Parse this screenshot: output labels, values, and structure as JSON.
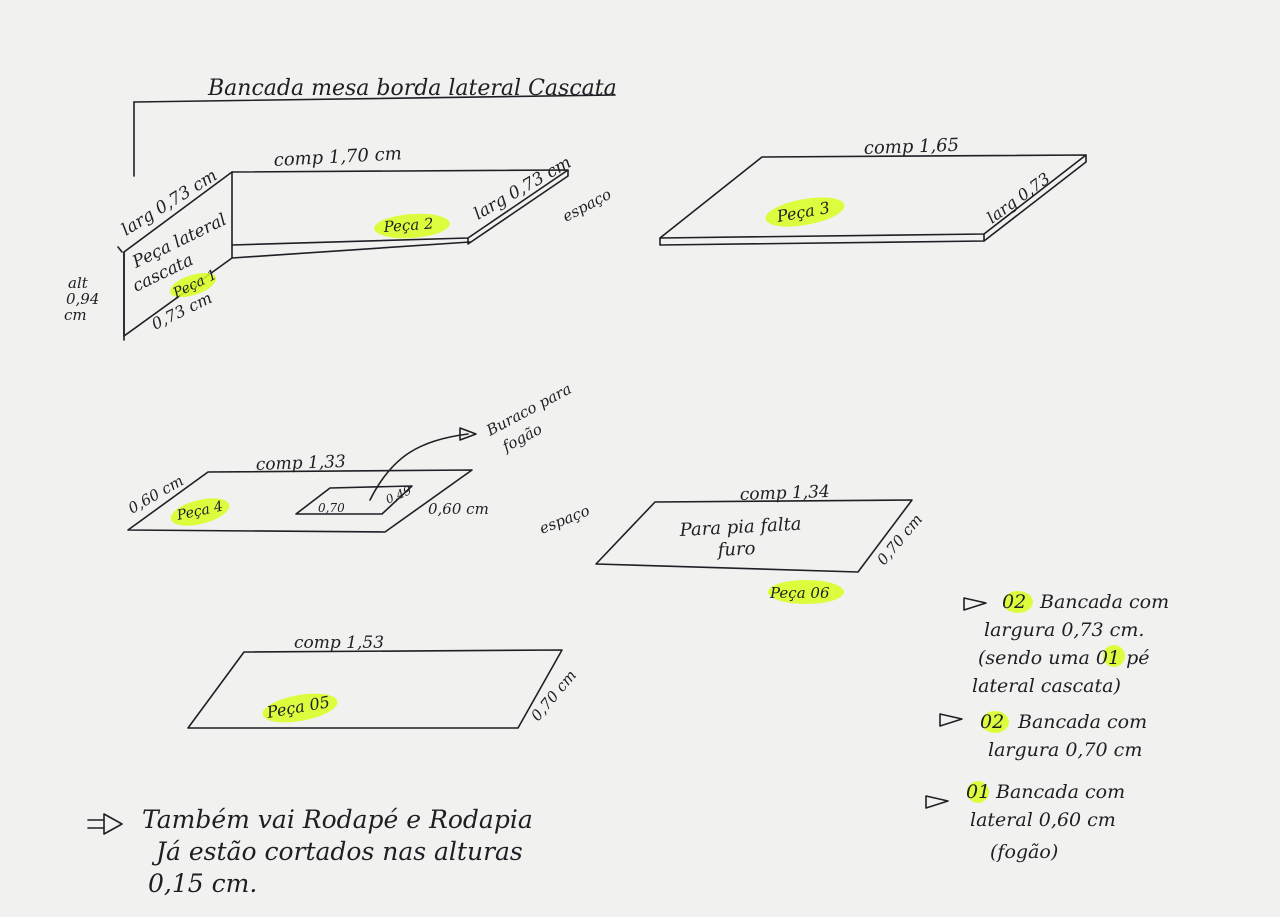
{
  "title": "Bancada mesa borda lateral Cascata",
  "spacer": "espaço",
  "highlight_color": "#d8ff1e",
  "ink_color": "#1e1e24",
  "piece1": {
    "alt_label": "alt",
    "alt_value": "0,94",
    "alt_unit": "cm",
    "desc1": "Peça lateral",
    "desc2": "cascata",
    "tag": "Peça 1",
    "bottom_width": "0,73 cm"
  },
  "piece2": {
    "larg_left": "larg 0,73 cm",
    "comp": "comp 1,70 cm",
    "larg_right": "larg 0,73 cm",
    "tag": "Peça 2"
  },
  "piece3": {
    "comp": "comp 1,65",
    "larg": "larg 0,73",
    "tag": "Peça 3"
  },
  "piece4": {
    "width": "0,60 cm",
    "comp": "comp 1,33",
    "tag": "Peça 4",
    "hole_w": "0,70",
    "hole_d": "0,49",
    "depth": "0,60 cm",
    "hole_note1": "Buraco para",
    "hole_note2": "fogão"
  },
  "piece5": {
    "comp": "comp 1,53",
    "tag": "Peça 05",
    "width": "0,70 cm"
  },
  "piece6": {
    "comp": "comp 1,34",
    "note1": "Para pia falta",
    "note2": "furo",
    "width": "0,70 cm",
    "tag": "Peça 06"
  },
  "summary": [
    {
      "qty": "02",
      "text": "Bancada com"
    },
    {
      "qty": "",
      "text": "largura 0,73 cm."
    },
    {
      "qty": "",
      "text": "(sendo uma 01 pé"
    },
    {
      "qty": "",
      "text": "lateral cascata)"
    },
    {
      "qty": "02",
      "text": "Bancada com"
    },
    {
      "qty": "",
      "text": "largura 0,70 cm"
    },
    {
      "qty": "01",
      "text": "Bancada com"
    },
    {
      "qty": "",
      "text": "lateral 0,60 cm"
    },
    {
      "qty": "",
      "text": "(fogão)"
    }
  ],
  "footer": {
    "line1": "Também vai Rodapé e Rodapia",
    "line2": "Já estão cortados nas alturas",
    "line3": "0,15 cm."
  }
}
